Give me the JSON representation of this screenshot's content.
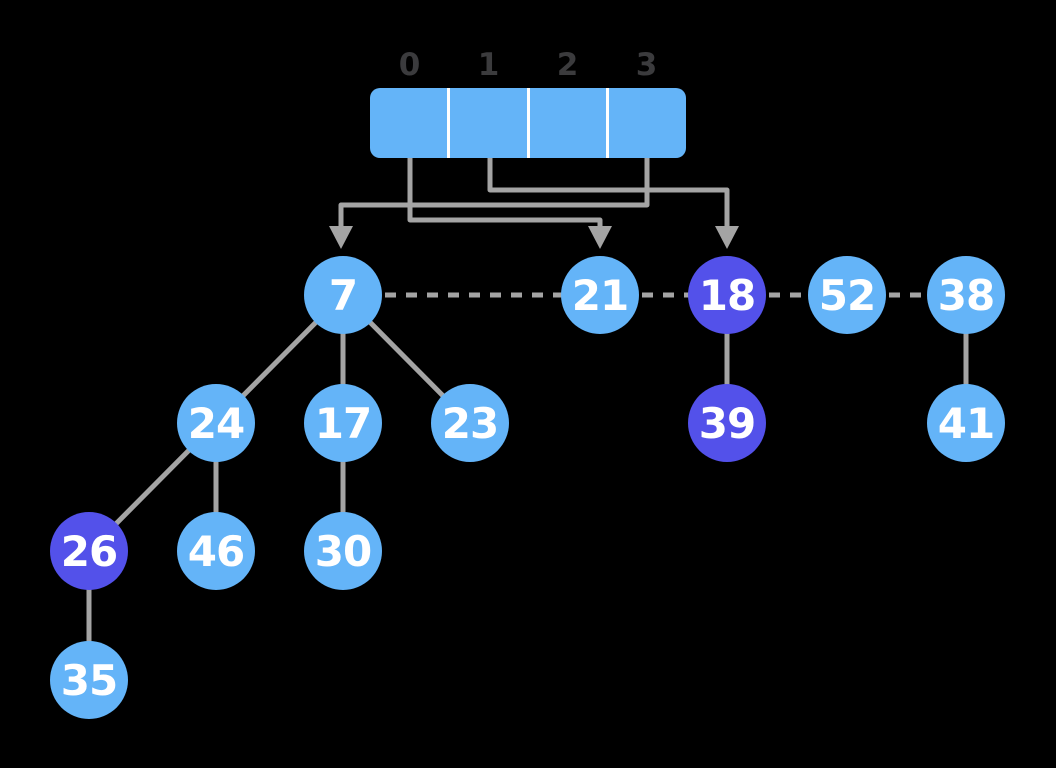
{
  "diagram_type": "heap-forest-with-bucket-array",
  "background": "#000000",
  "colors": {
    "node_light": "#64B4F8",
    "node_dark": "#5351EA",
    "array_fill": "#64B4F8",
    "array_separator": "#FFFFFF",
    "connector_gray": "#A4A4A4",
    "index_label": "#3B3B3D",
    "node_text": "#FFFFFF"
  },
  "array": {
    "indices": [
      "0",
      "1",
      "2",
      "3"
    ]
  },
  "nodes": [
    {
      "value": "7",
      "variant": "light"
    },
    {
      "value": "21",
      "variant": "light"
    },
    {
      "value": "18",
      "variant": "dark"
    },
    {
      "value": "52",
      "variant": "light"
    },
    {
      "value": "38",
      "variant": "light"
    },
    {
      "value": "24",
      "variant": "light"
    },
    {
      "value": "17",
      "variant": "light"
    },
    {
      "value": "23",
      "variant": "light"
    },
    {
      "value": "39",
      "variant": "dark"
    },
    {
      "value": "41",
      "variant": "light"
    },
    {
      "value": "26",
      "variant": "dark"
    },
    {
      "value": "46",
      "variant": "light"
    },
    {
      "value": "30",
      "variant": "light"
    },
    {
      "value": "35",
      "variant": "light"
    }
  ],
  "tree_edges": [
    {
      "from": "7",
      "to": "24"
    },
    {
      "from": "7",
      "to": "17"
    },
    {
      "from": "7",
      "to": "23"
    },
    {
      "from": "24",
      "to": "26"
    },
    {
      "from": "24",
      "to": "46"
    },
    {
      "from": "17",
      "to": "30"
    },
    {
      "from": "26",
      "to": "35"
    },
    {
      "from": "18",
      "to": "39"
    },
    {
      "from": "38",
      "to": "41"
    }
  ],
  "root_list_links": [
    {
      "from": "7",
      "to": "21"
    },
    {
      "from": "21",
      "to": "18"
    },
    {
      "from": "18",
      "to": "52"
    },
    {
      "from": "52",
      "to": "38"
    }
  ],
  "array_pointers": [
    {
      "index": "0",
      "target": "21"
    },
    {
      "index": "1",
      "target": "18"
    },
    {
      "index": "3",
      "target": "7"
    }
  ]
}
